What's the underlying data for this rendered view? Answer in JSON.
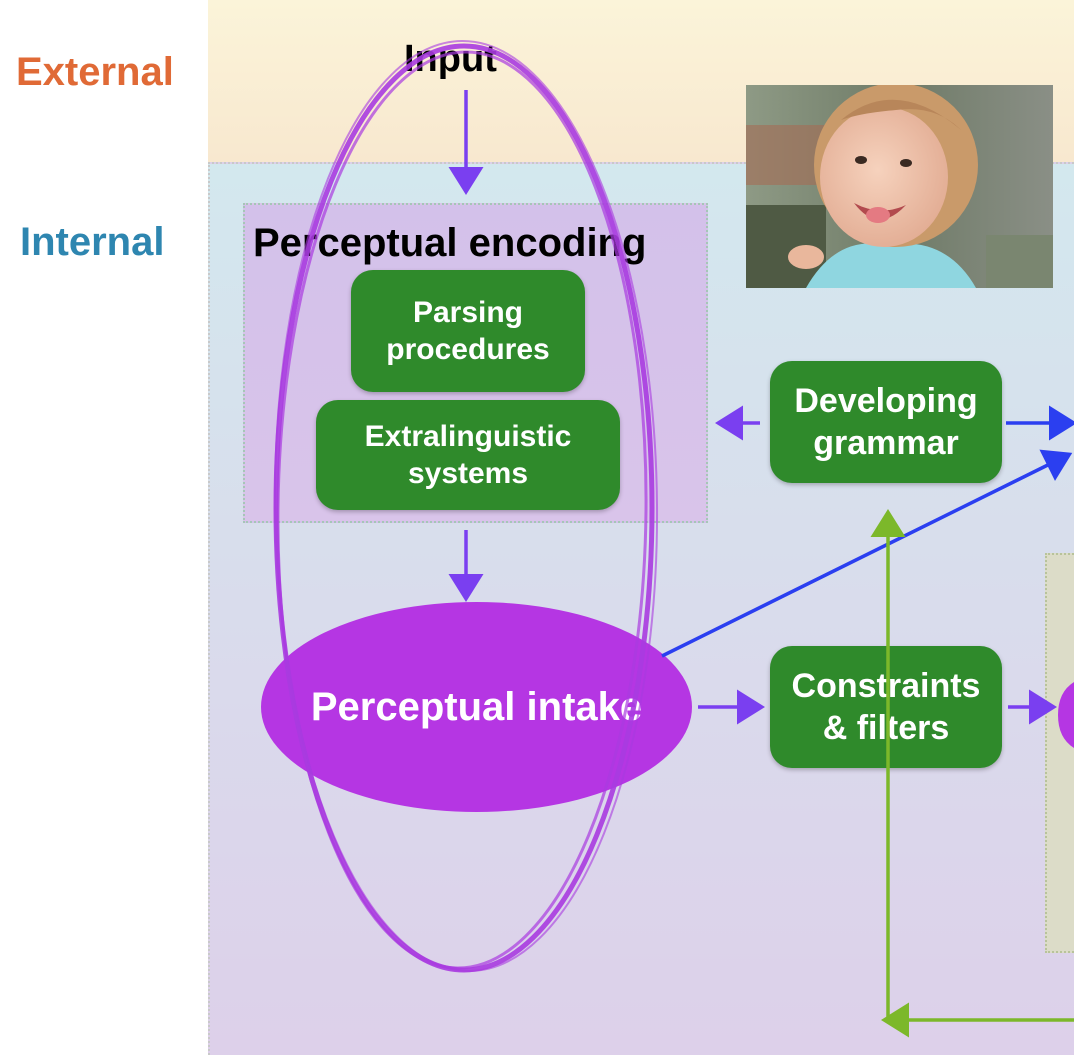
{
  "labels": {
    "external": "External",
    "internal": "Internal",
    "input": "Input",
    "perceptual_encoding": "Perceptual encoding"
  },
  "boxes": {
    "parsing": "Parsing procedures",
    "extralinguistic": "Extralinguistic systems",
    "developing_grammar": "Developing grammar",
    "constraints": "Constraints & filters",
    "perceptual_intake": "Perceptual intake"
  },
  "colors": {
    "external_label": "#e06a36",
    "internal_label": "#2e86b0",
    "green_box": "#2f8a2b",
    "intake": "#b536e3",
    "purple_arrow": "#7a3ff0",
    "blue_arrow": "#2b3ff0",
    "green_arrow": "#7cb82a",
    "highlight_ellipse": "#a93be0"
  },
  "photo": {
    "icon": "smiling-child-photo"
  }
}
